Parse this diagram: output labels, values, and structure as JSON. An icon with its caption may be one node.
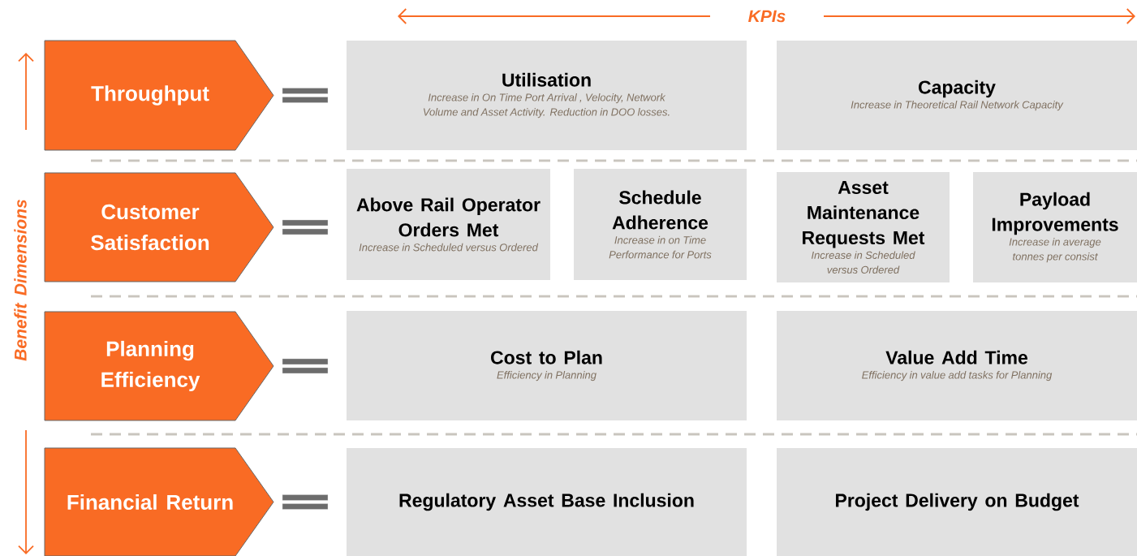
{
  "diagram": {
    "nodes": [
      {
        "text": [
          "Throughput"
        ]
      },
      {
        "text": [
          "Utilisation",
          "Increase in On Time Port Arrival , Velocity, Network Volume and Asset Activity. Reduction in DOO losses."
        ]
      },
      {
        "text": [
          "Capacity",
          "Increase in Theoretical Rail Network Capacity"
        ]
      },
      {
        "text": [
          "Customer Satisfaction"
        ]
      },
      {
        "text": [
          "Above Rail Operator Orders Met",
          "Increase in Scheduled versus Ordered"
        ]
      },
      {
        "text": [
          "Schedule Adherence",
          "Increase in on Time Performance for Ports"
        ]
      },
      {
        "text": [
          "Asset Maintenance Requests Met",
          "Increase in Scheduled versus Ordered"
        ]
      },
      {
        "text": [
          "Payload Improvements",
          "Increase in average tonnes per consist"
        ]
      },
      {
        "text": [
          "Planning Efficiency"
        ]
      },
      {
        "text": [
          "Cost to Plan",
          "Efficiency in Planning"
        ]
      },
      {
        "text": [
          "Value Add Time",
          "Efficiency in value add tasks for Planning"
        ]
      },
      {
        "text": [
          "Financial Return"
        ]
      },
      {
        "text": [
          "Regulatory Asset Base Inclusion"
        ]
      },
      {
        "text": [
          "Project Delivery on Budget"
        ]
      }
    ],
    "labels": [
      "KPIs",
      "Benefit Dimensions"
    ]
  }
}
